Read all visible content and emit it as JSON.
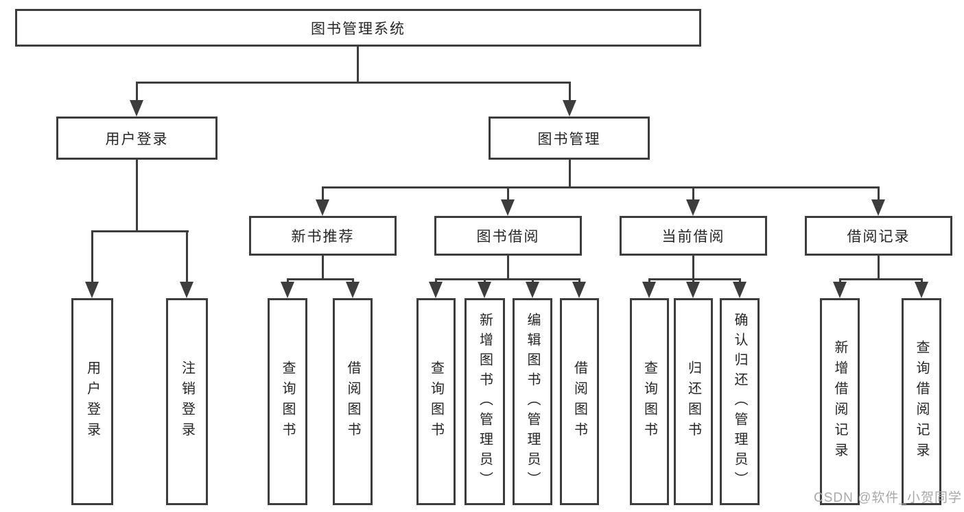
{
  "diagram": {
    "root": {
      "label": "图书管理系统"
    },
    "level1": [
      {
        "label": "用户登录"
      },
      {
        "label": "图书管理"
      }
    ],
    "level2": [
      {
        "label": "新书推荐"
      },
      {
        "label": "图书借阅"
      },
      {
        "label": "当前借阅"
      },
      {
        "label": "借阅记录"
      }
    ],
    "leaves": {
      "userLogin": [
        {
          "label": "用户登录"
        },
        {
          "label": "注销登录"
        }
      ],
      "newBooks": [
        {
          "label": "查询图书"
        },
        {
          "label": "借阅图书"
        }
      ],
      "bookBorrow": [
        {
          "label": "查询图书"
        },
        {
          "label": "新增图书（管理员）"
        },
        {
          "label": "编辑图书（管理员）"
        },
        {
          "label": "借阅图书"
        }
      ],
      "currentBorrow": [
        {
          "label": "查询图书"
        },
        {
          "label": "归还图书"
        },
        {
          "label": "确认归还（管理员）"
        }
      ],
      "borrowRecords": [
        {
          "label": "新增借阅记录"
        },
        {
          "label": "查询借阅记录"
        }
      ]
    }
  },
  "watermark": "CSDN @软件_小贺同学",
  "colors": {
    "line": "#3d3d3d",
    "text": "#262626",
    "watermark": "#a8a8a8",
    "background": "#ffffff"
  }
}
